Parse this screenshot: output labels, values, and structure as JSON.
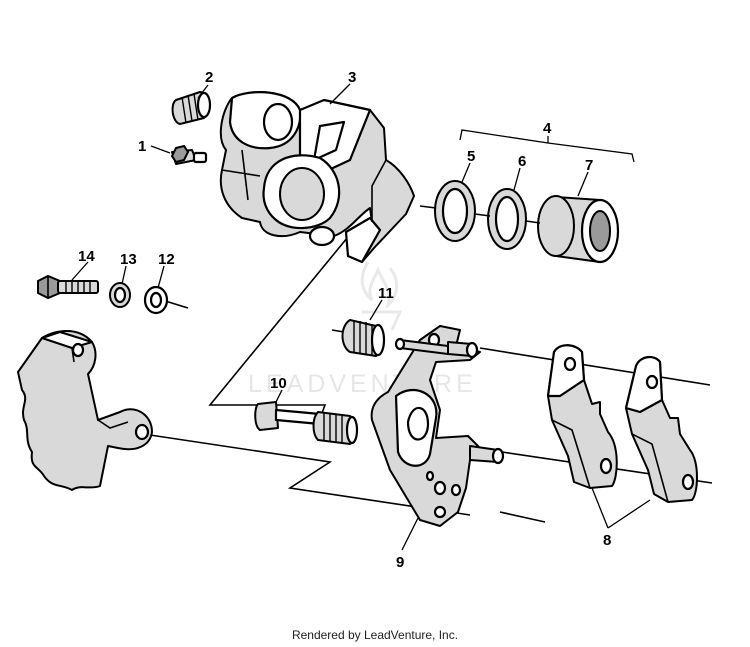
{
  "diagram": {
    "watermark": "LEADVENTURE",
    "labels": {
      "p1": "1",
      "p2": "2",
      "p3": "3",
      "p4": "4",
      "p5": "5",
      "p6": "6",
      "p7": "7",
      "p8": "8",
      "p9": "9",
      "p10": "10",
      "p11": "11",
      "p12": "12",
      "p13": "13",
      "p14": "14"
    }
  },
  "footer": {
    "text": "Rendered by LeadVenture, Inc."
  }
}
